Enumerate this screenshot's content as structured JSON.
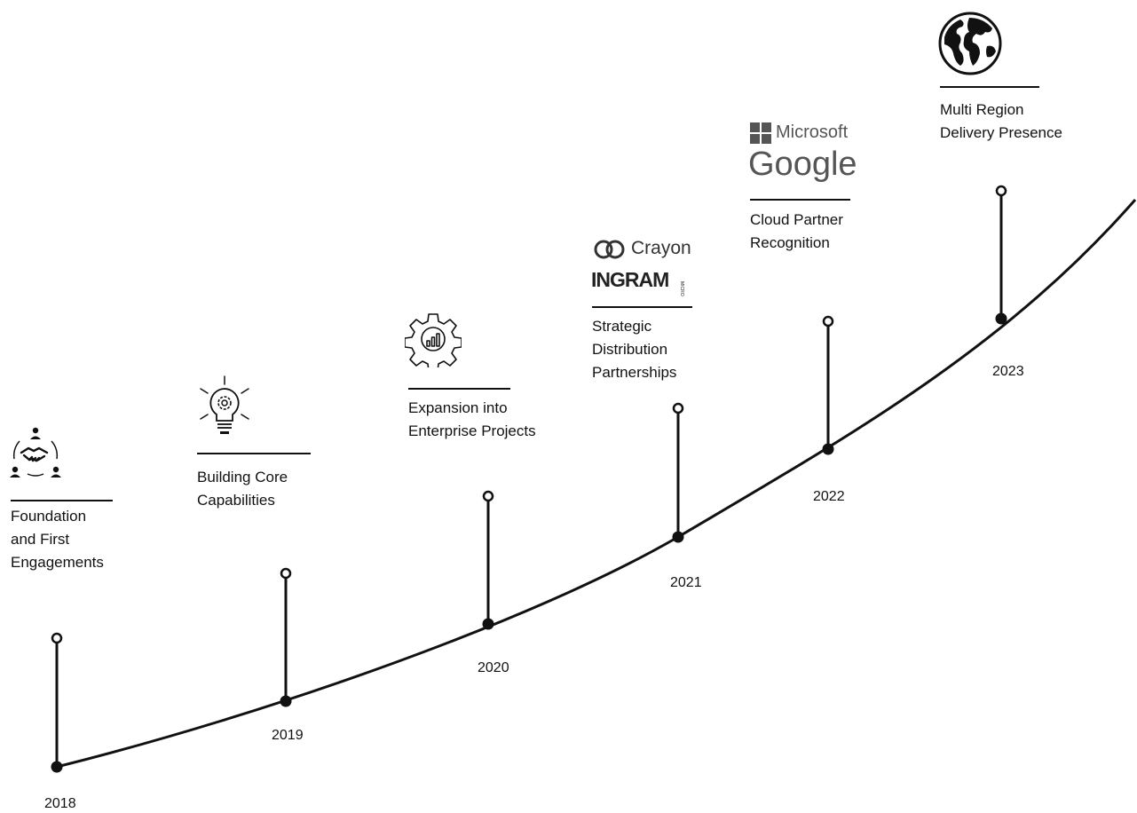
{
  "timeline": {
    "milestones": [
      {
        "year": "2018",
        "caption": [
          "Foundation",
          "and First",
          "Engagements"
        ],
        "icon": "handshake-network-icon"
      },
      {
        "year": "2019",
        "caption": [
          "Building Core",
          "Capabilities"
        ],
        "icon": "lightbulb-gear-icon"
      },
      {
        "year": "2020",
        "caption": [
          "Expansion into",
          "Enterprise Projects"
        ],
        "icon": "gear-chart-icon"
      },
      {
        "year": "2021",
        "caption": [
          "Strategic",
          "Distribution",
          "Partnerships"
        ],
        "logos": [
          "Crayon",
          "INGRAM"
        ]
      },
      {
        "year": "2022",
        "caption": [
          "Cloud Partner",
          "Recognition"
        ],
        "logos": [
          "Microsoft",
          "Google"
        ]
      },
      {
        "year": "2023",
        "caption": [
          "Multi Region",
          "Delivery Presence"
        ],
        "icon": "globe-icon"
      }
    ],
    "ingram_micro_small": "MICRO"
  },
  "colors": {
    "line": "#111111",
    "text": "#111111",
    "logo": "#333333",
    "ms_squares": "#555555"
  }
}
